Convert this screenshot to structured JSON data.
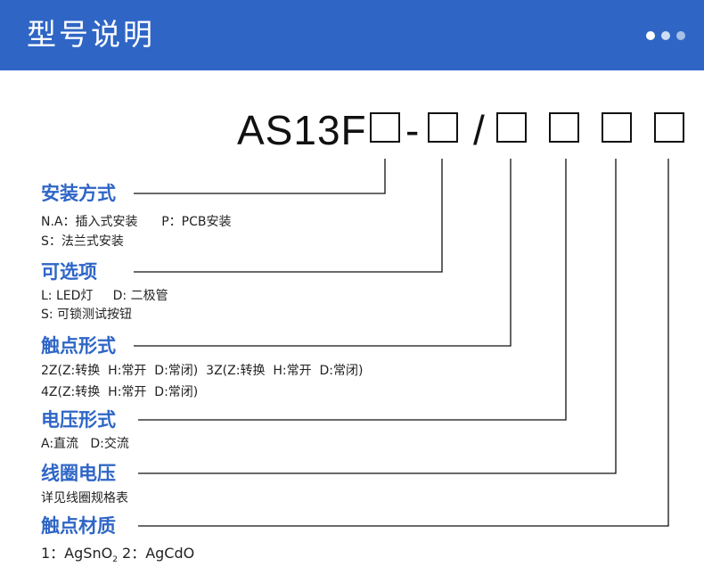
{
  "header": {
    "title": "型号说明"
  },
  "model": {
    "prefix": "AS13F",
    "dash": "-",
    "slash": "/"
  },
  "sections": [
    {
      "title": "安装方式",
      "lines": [
        "N.A：插入式安装      P：PCB安装",
        "S：法兰式安装"
      ]
    },
    {
      "title": "可选项",
      "lines": [
        "L: LED灯     D: 二极管",
        "S: 可锁测试按钮"
      ]
    },
    {
      "title": "触点形式",
      "lines": [
        "2Z(Z:转换  H:常开  D:常闭)  3Z(Z:转换  H:常开  D:常闭)",
        "4Z(Z:转换  H:常开  D:常闭)"
      ]
    },
    {
      "title": "电压形式",
      "lines": [
        "A:直流   D:交流"
      ]
    },
    {
      "title": "线圈电压",
      "lines": [
        "详见线圈规格表"
      ]
    },
    {
      "title": "触点材质",
      "lines": []
    }
  ],
  "material": {
    "item1_prefix": "1：AgSnO",
    "item1_sub": "2",
    "item2": " 2：AgCdO"
  }
}
